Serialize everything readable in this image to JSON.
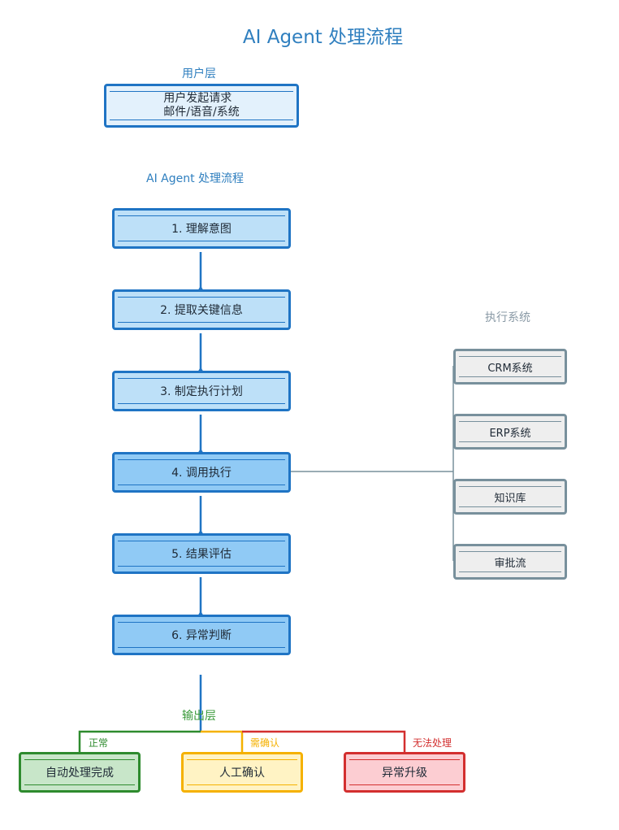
{
  "title": "AI Agent 处理流程",
  "user_layer": {
    "label": "用户层",
    "box_line1": "用户发起请求",
    "box_line2": "邮件/语音/系统"
  },
  "flow": {
    "label": "AI Agent 处理流程",
    "steps": [
      "1. 理解意图",
      "2. 提取关键信息",
      "3. 制定执行计划",
      "4. 调用执行",
      "5. 结果评估",
      "6. 异常判断"
    ]
  },
  "systems": {
    "label": "执行系统",
    "items": [
      "CRM系统",
      "ERP系统",
      "知识库",
      "审批流"
    ]
  },
  "output": {
    "label": "输出层",
    "branches": [
      {
        "condition": "正常",
        "result": "自动处理完成",
        "color": "#2e8b2e"
      },
      {
        "condition": "需确认",
        "result": "人工确认",
        "color": "#f5b100"
      },
      {
        "condition": "无法处理",
        "result": "异常升级",
        "color": "#d32f2f"
      }
    ]
  },
  "colors": {
    "title": "#2f7fbf",
    "flow_line": "#1f74c4",
    "system_gray": "#78909c",
    "output_label": "#3a9a3a"
  }
}
